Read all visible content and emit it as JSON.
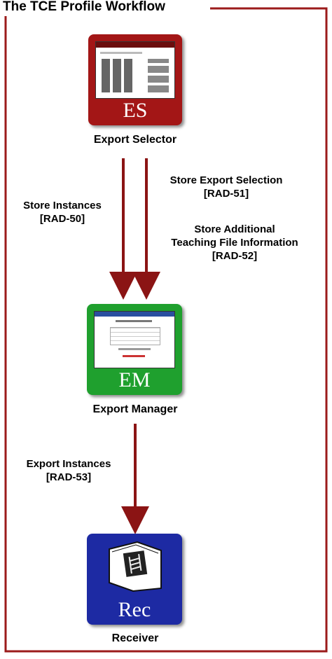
{
  "title": "The TCE Profile Workflow",
  "actors": {
    "es": {
      "code": "ES",
      "name": "Export Selector",
      "color": "#a31616"
    },
    "em": {
      "code": "EM",
      "name": "Export Manager",
      "color": "#1fa02e"
    },
    "rec": {
      "code": "Rec",
      "name": "Receiver",
      "color": "#1d2aa3"
    }
  },
  "transactions": {
    "store_instances": {
      "line1": "Store Instances",
      "line2": "[RAD-50]"
    },
    "store_export_selection": {
      "line1": "Store Export Selection",
      "line2": "[RAD-51]"
    },
    "store_additional": {
      "line1": "Store Additional",
      "line2": "Teaching File Information",
      "line3": "[RAD-52]"
    },
    "export_instances": {
      "line1": "Export Instances",
      "line2": "[RAD-53]"
    }
  },
  "colors": {
    "frame": "#9b1b1b",
    "arrow": "#8b1414"
  }
}
